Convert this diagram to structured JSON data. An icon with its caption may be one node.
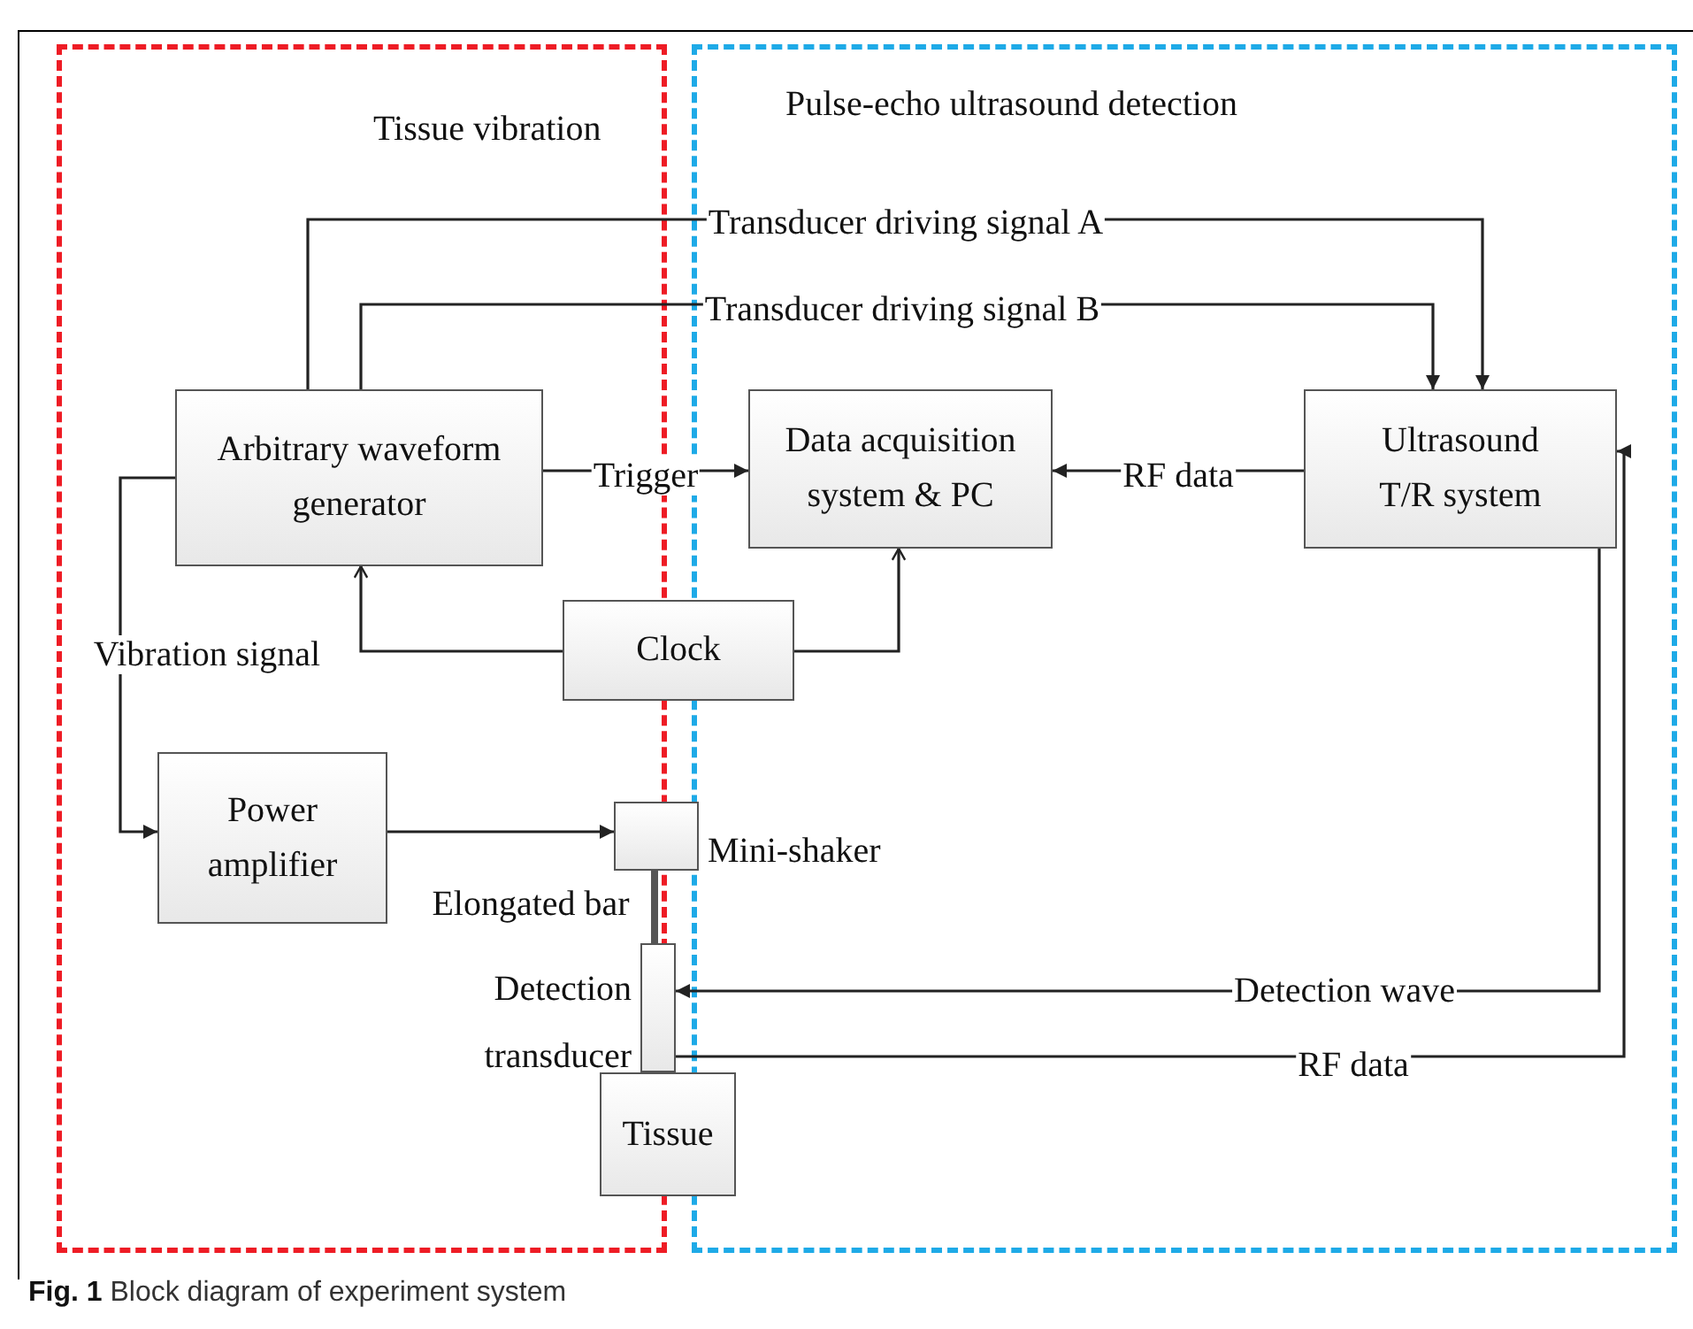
{
  "diagram": {
    "caption": "**Fig. 1** Block diagram of experiment system",
    "nodes": [
      {
        "text": [
          "Tissue vibration"
        ]
      },
      {
        "text": [
          "Pulse-echo ultrasound detection"
        ]
      },
      {
        "text": [
          "Arbitrary waveform generator"
        ],
        "in": 0
      },
      {
        "text": [
          "Data acquisition system & PC"
        ],
        "in": 1
      },
      {
        "text": [
          "Ultrasound T/R system"
        ],
        "in": 1
      },
      {
        "text": [
          "Clock"
        ]
      },
      {
        "text": [
          "Power amplifier"
        ],
        "in": 0
      },
      {
        "text": [
          "Mini-shaker"
        ]
      },
      {
        "text": [
          "Detection transducer"
        ]
      },
      {
        "text": [
          "Tissue"
        ]
      }
    ],
    "edges": [
      {
        "from": 2,
        "to": 4,
        "arrow": "to",
        "label": "Transducer driving signal A"
      },
      {
        "from": 2,
        "to": 4,
        "arrow": "to",
        "label": "Transducer driving signal B"
      },
      {
        "from": 2,
        "to": 3,
        "arrow": "to",
        "label": "Trigger"
      },
      {
        "from": 4,
        "to": 3,
        "arrow": "to",
        "label": "RF data"
      },
      {
        "from": 5,
        "to": 2,
        "arrow": "to"
      },
      {
        "from": 5,
        "to": 3,
        "arrow": "to"
      },
      {
        "from": 2,
        "to": 6,
        "arrow": "to",
        "label": "Vibration signal"
      },
      {
        "from": 6,
        "to": 7,
        "arrow": "to"
      },
      {
        "from": 7,
        "to": 8,
        "arrow": "none",
        "style": "thick",
        "label": "Elongated bar"
      },
      {
        "from": 4,
        "to": 8,
        "arrow": "to",
        "label": "Detection wave"
      },
      {
        "from": 8,
        "to": 4,
        "arrow": "to",
        "label": "RF data"
      }
    ]
  }
}
